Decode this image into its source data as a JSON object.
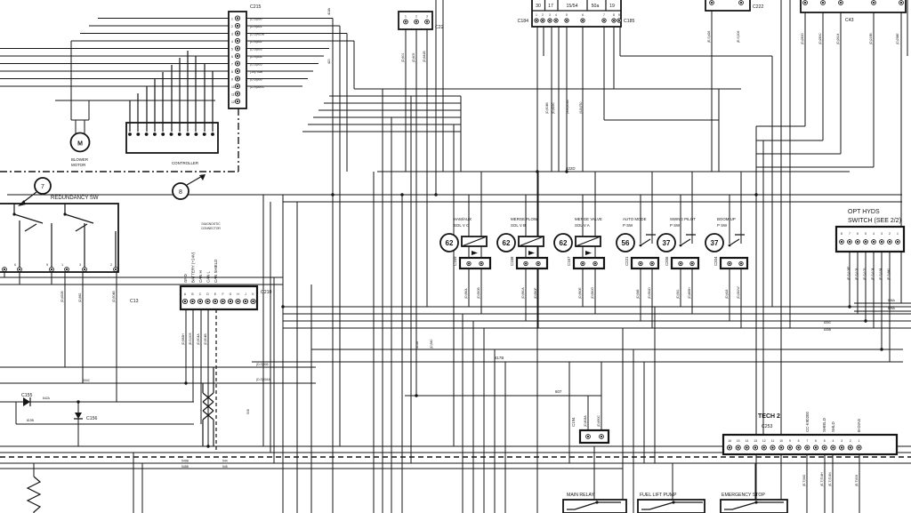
{
  "palette": {
    "ink": "#161616",
    "background": "#ffffff"
  },
  "c215": {
    "label": "C215",
    "pins": [
      "1",
      "2",
      "3",
      "4",
      "5",
      "6",
      "7",
      "8",
      "9",
      "10",
      "11",
      "12"
    ],
    "wire_labels": [
      "(D.S)600",
      "(D.S)601",
      "(D.S)420B",
      "(D.S)602",
      "(D.S)603",
      "(D.S)604",
      "(D.S)605",
      "(19)706B",
      "(D.S)606",
      "(D.S)600C"
    ]
  },
  "blower": {
    "line1": "BLOWER",
    "line2": "MOTOR",
    "symbol": "M"
  },
  "controller": {
    "label": "CONTROLLER"
  },
  "callouts": {
    "seven": "7",
    "eight": "8"
  },
  "redundancy": {
    "label": "REDUNDANCY SW",
    "connector": "C13",
    "pin_numbers": [
      "6",
      "5",
      "1",
      "3",
      "2"
    ],
    "stub_labels": [
      "(D)430B",
      "(D)842",
      "(D)504B"
    ]
  },
  "diagnostic": {
    "line1": "DIAGNOSTIC",
    "line2": "CONNECTOR",
    "label": "C210",
    "pins": [
      "A",
      "B",
      "C",
      "D",
      "E",
      "F",
      "G",
      "H",
      "J",
      "K"
    ],
    "signals": [
      "GND",
      "BATTERY (+24V)",
      "CAN H",
      "CAN L",
      "CAN SHIELD"
    ],
    "stub_labels": [
      "(D)583H",
      "(E.D)305",
      "(D)504A",
      "(D)504B"
    ]
  },
  "c22": {
    "label": "C22",
    "pins": [
      "1",
      "2",
      "3"
    ],
    "stub_labels": [
      "(D)601",
      "(D)605",
      "(D)641B"
    ]
  },
  "fuse_block": {
    "left": "C184",
    "right": "C185",
    "fuses": [
      "30",
      "17",
      "15/54",
      "50a",
      "19"
    ],
    "pin_numbers": [
      "1",
      "2",
      "3",
      "4",
      "5",
      "6",
      "7",
      "8",
      "9"
    ],
    "stub_labels": [
      "(D)504B",
      "(D)422C",
      "(S.B)303A",
      "(S.B)750"
    ]
  },
  "c222": {
    "label": "C222",
    "stub_labels": [
      "(E.S)426",
      "(E.S)306"
    ]
  },
  "c43": {
    "label": "C43",
    "stub_labels": [
      "(D)280D",
      "(D)280C",
      "(D)2614",
      "(D)219B",
      "(D)298E"
    ]
  },
  "devices": [
    {
      "badge": "62",
      "line1": "HAM/AUX",
      "line2": "SOL V C",
      "connector": "C169",
      "pin_left": "2",
      "pin_right": "1",
      "stubs": [
        "(D)560L",
        "(D)560B"
      ]
    },
    {
      "badge": "62",
      "line1": "MERGE FLOW",
      "line2": "SOL V B",
      "connector": "C168",
      "pin_left": "2",
      "pin_right": "1",
      "stubs": [
        "(D)560A",
        "(D)560F"
      ]
    },
    {
      "badge": "62",
      "line1": "MERGE VALVE",
      "line2": "SOL V A",
      "connector": "C167",
      "pin_left": "2",
      "pin_right": "1",
      "stubs": [
        "(D)560E",
        "(D)560G"
      ]
    },
    {
      "badge": "56",
      "line1": "AUTO MODE",
      "line2": "P SW",
      "connector": "C221",
      "pin_left": "1",
      "pin_right": "2",
      "stubs": [
        "(D)548",
        "(D)581D"
      ]
    },
    {
      "badge": "37",
      "line1": "SWING PILOT",
      "line2": "P SW",
      "connector": "C206",
      "pin_left": "1",
      "pin_right": "2",
      "stubs": [
        "(D)541",
        "(D)865H"
      ]
    },
    {
      "badge": "37",
      "line1": "BOOM UP",
      "line2": "P SW",
      "connector": "C204",
      "pin_left": "1",
      "pin_right": "2",
      "stubs": [
        "(D)418",
        "(D)381W"
      ]
    }
  ],
  "opt_hyds": {
    "line1": "OPT HYDS",
    "line2": "SWITCH (SEE 2/2)",
    "pins": [
      "8",
      "7",
      "6",
      "5",
      "4",
      "3",
      "2",
      "1"
    ],
    "stub_labels": [
      "(E.S)108F",
      "(E.S)108",
      "(E.S)105",
      "(E.S)104",
      "(E.S)184",
      "(E.S)841"
    ]
  },
  "tech2": {
    "title": "TECH 2",
    "connector": "C253",
    "pins": [
      "16",
      "15",
      "14",
      "13",
      "12",
      "11",
      "10",
      "9",
      "8",
      "7",
      "6",
      "5",
      "4",
      "3",
      "2",
      "1"
    ],
    "signals": [
      "CC-K90200",
      "SHIELD",
      "SHLD",
      "B-DIAG"
    ],
    "stub_labels": [
      "(E.T)543",
      "(E.T)704H",
      "(E.T)704N",
      "(E.T)506"
    ]
  },
  "c194": {
    "label": "C194",
    "pin_left": "2",
    "pin_right": "1",
    "stub_labels": [
      "(D)808A",
      "(D)690C"
    ]
  },
  "c155": {
    "label": "C155"
  },
  "c156": {
    "label": "C156"
  },
  "bottom_boxes": {
    "main_relay": "MAIN RELAY",
    "fuel_lift_pump": "FUEL LIFT PUMP",
    "emergency_stop": "EMERGENCY STOP"
  },
  "wire_labels": {
    "w422d": "422D",
    "w417b": "417B",
    "w807": "807",
    "w604c": "604C",
    "w842a": "842A",
    "w819b": "819B",
    "w549b": "549B",
    "w545b": "545B",
    "w544": "544",
    "w545": "545",
    "w508": "508",
    "w415a": "415A",
    "w540": "(D)540",
    "w418a": "418A",
    "w420": "420",
    "w305": "(D.S)305",
    "w504a": "(D.S)504A",
    "w636a": "636A",
    "w639a": "639A",
    "w630c": "630C",
    "w630b": "630B"
  }
}
